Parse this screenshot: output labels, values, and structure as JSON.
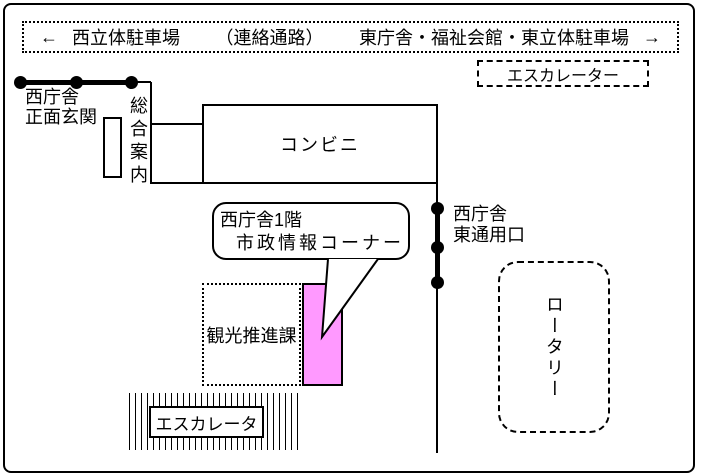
{
  "colors": {
    "highlight_pink": "#FF99FF",
    "line": "#000000",
    "background": "#FFFFFF"
  },
  "corridor": {
    "left_arrow": "←",
    "west_parking": "西立体駐車場",
    "passage": "（連絡通路）",
    "east_destinations": "東庁舎・福祉会館・東立体駐車場",
    "right_arrow": "→"
  },
  "labels": {
    "escalator_top": "エスカレーター",
    "west_entrance_line1": "西庁舎",
    "west_entrance_line2": "正面玄関",
    "information_desk": "総合案内",
    "convenience_store": "コンビニ",
    "bubble_line1": "西庁舎1階",
    "bubble_line2": "市政情報コーナー",
    "east_exit_line1": "西庁舎",
    "east_exit_line2": "東通用口",
    "tourism_division": "観光推進課",
    "rotary": "ロータリー",
    "escalator_bottom": "エスカレータ"
  }
}
